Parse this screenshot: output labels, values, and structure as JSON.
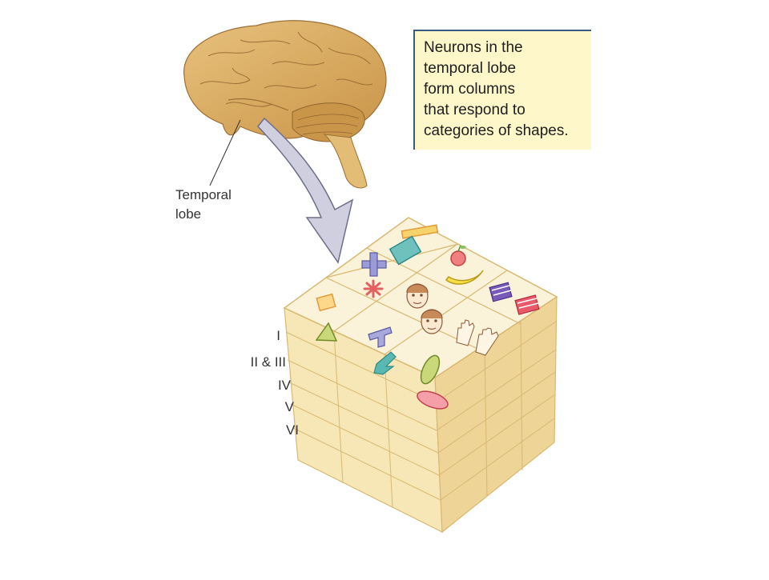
{
  "callout": {
    "lines": [
      "Neurons in the",
      "temporal lobe",
      "form columns",
      "that respond to",
      "categories of shapes."
    ]
  },
  "labels": {
    "temporal_lobe_line1": "Temporal",
    "temporal_lobe_line2": "lobe"
  },
  "layers": [
    "I",
    "II & III",
    "IV",
    "V",
    "VI"
  ],
  "colors": {
    "brain": "#d9a960",
    "brain_dark": "#a97a3a",
    "cube_top": "#fbf3d9",
    "cube_side": "#f2dfa8",
    "cube_edge": "#d8b872",
    "arrow": "#c9c9dc",
    "callout_bg": "#fdf7c9"
  },
  "icons": [
    "bar-icon",
    "rectangle-icon",
    "apple-icon",
    "banana-icon",
    "cross-icon",
    "asterisk-icon",
    "face-icon",
    "stripes-icon",
    "square-icon",
    "triangle-icon",
    "t-shape-icon",
    "arrow-icon",
    "hands-icon",
    "ellipse-icon"
  ]
}
